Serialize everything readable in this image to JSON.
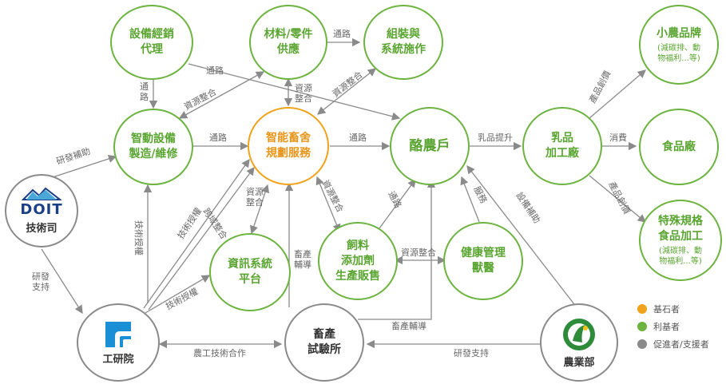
{
  "nodes": {
    "equipment_dealer": {
      "label": "設備經銷\n代理"
    },
    "materials_supply": {
      "label": "材料/零件\n供應"
    },
    "assembly": {
      "label": "組裝與\n系統施作"
    },
    "smart_manufacture": {
      "label": "智動設備\n製造/維修"
    },
    "smart_planning": {
      "label": "智能畜舍\n規劃服務"
    },
    "dairy_farmer": {
      "label": "酪農戶"
    },
    "dairy_processing": {
      "label": "乳品\n加工廠"
    },
    "small_farm_brand": {
      "label": "小農品牌",
      "sub": "(減碳排、動\n物福利...等)"
    },
    "food_factory": {
      "label": "食品廠"
    },
    "special_spec": {
      "label": "特殊規格\n食品加工",
      "sub": "(減碳排、動\n物福利...等)"
    },
    "doit": {
      "label": "技術司",
      "logo": "DOIT"
    },
    "info_system": {
      "label": "資訊系統\n平台"
    },
    "feed_additive": {
      "label": "飼料\n添加劑\n生產販售"
    },
    "health_mgmt": {
      "label": "健康管理\n獸醫"
    },
    "itri": {
      "label": "工研院"
    },
    "livestock_institute": {
      "label": "畜產\n試驗所"
    },
    "coa": {
      "label": "農業部"
    }
  },
  "edges": {
    "dealer_to_smart": "通\n路",
    "supply_assembly": "通路",
    "smart_materials": "資源整合",
    "materials_planning": "資源\n整合",
    "assembly_planning": "資源整合",
    "dealer_farmer": "通路",
    "smart_planning": "通路",
    "planning_farmer": "通路",
    "farmer_processing": "乳品提升",
    "processing_food": "消費",
    "processing_brand": "產品創價",
    "processing_special": "產品創價",
    "doit_smart": "研發補助",
    "doit_itri": "研發\n支持",
    "itri_smart": "技術授權",
    "itri_planning_1": "技術授權",
    "itri_planning_2": "跨域整合",
    "info_planning": "資源\n整合",
    "planning_feed": "資源整合",
    "feed_farmer": "通路",
    "feed_health": "資源整合",
    "health_farmer": "服務",
    "coa_farmer": "設備補助",
    "itri_info": "技術授權",
    "institute_planning": "畜產\n輔導",
    "institute_farmer": "畜產輔導",
    "itri_institute": "農工技術合作",
    "coa_institute": "研發支持"
  },
  "legend": [
    {
      "label": "基石者",
      "color": "#f0a31a"
    },
    {
      "label": "利基者",
      "color": "#6cb33f"
    },
    {
      "label": "促進者/支援者",
      "color": "#8a8a8a"
    }
  ]
}
